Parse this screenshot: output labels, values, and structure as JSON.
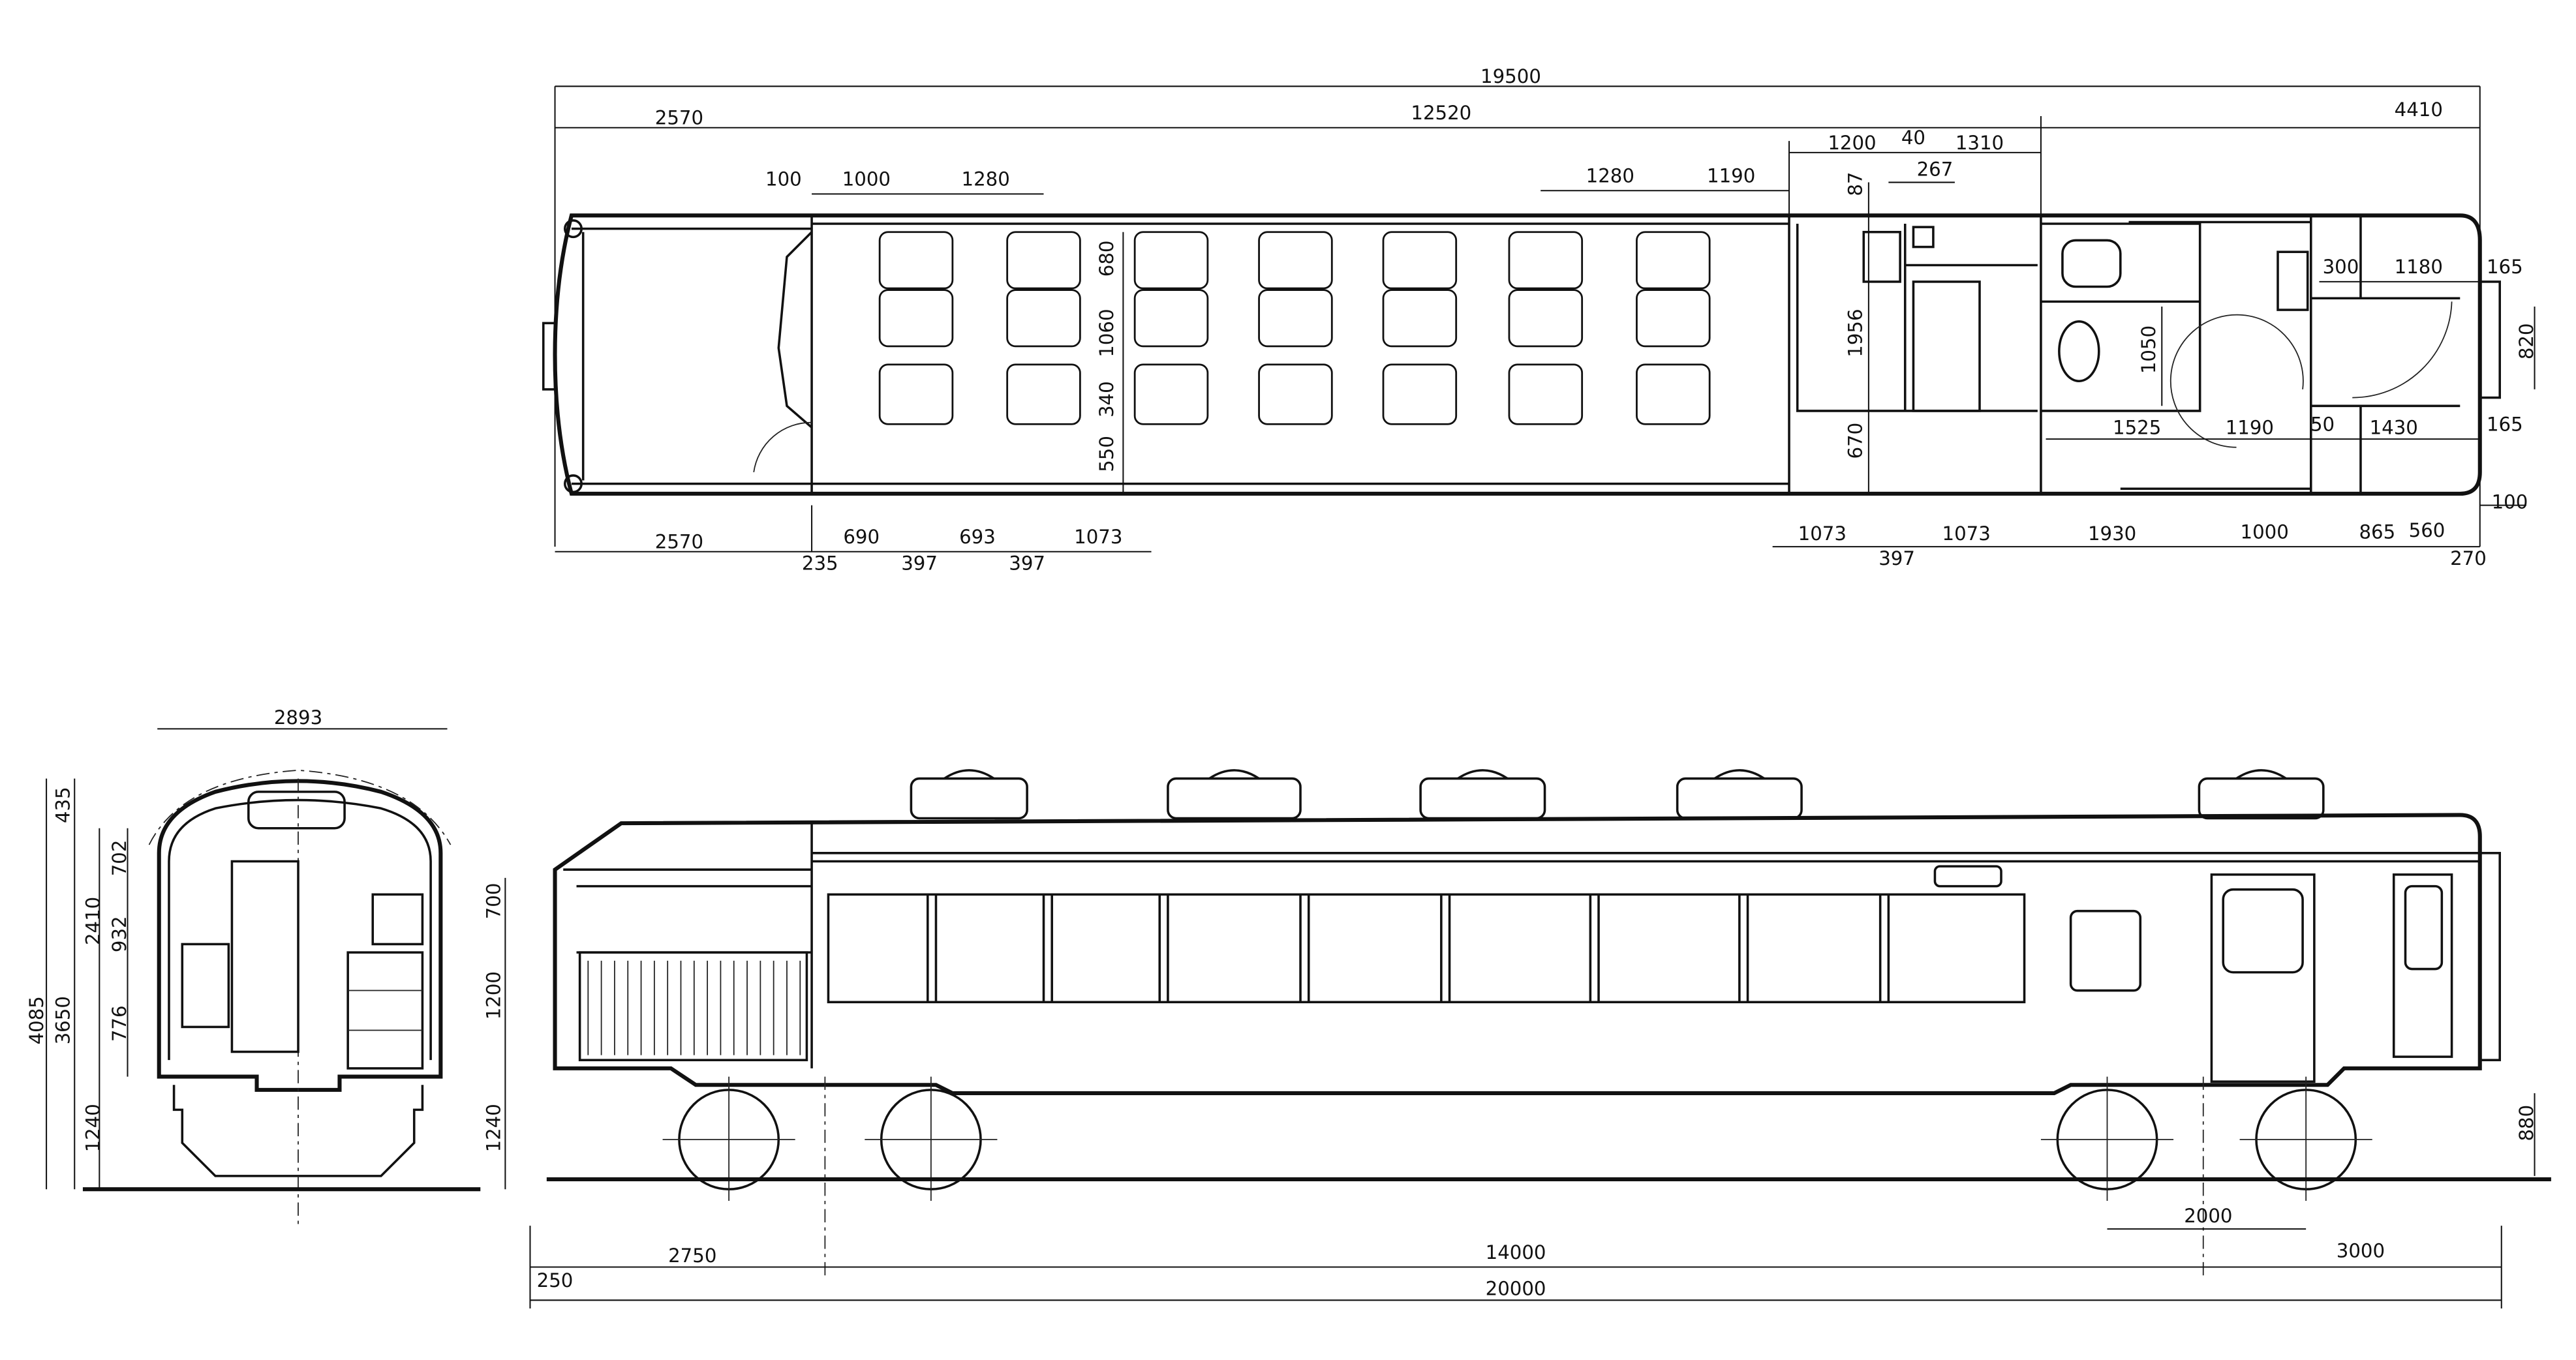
{
  "drawing": {
    "plan_view": {
      "top_dims": [
        "19500",
        "2570",
        "12520",
        "4410",
        "1200",
        "40",
        "1310",
        "267",
        "100",
        "1000",
        "1280",
        "1280",
        "1190"
      ],
      "vertical_dims": [
        "680",
        "1060",
        "340",
        "550",
        "87",
        "1956",
        "670",
        "1050",
        "820"
      ],
      "right_dims": [
        "300",
        "1180",
        "165",
        "1525",
        "1190",
        "50",
        "1430",
        "165",
        "100"
      ],
      "bottom_dims": [
        "2570",
        "690",
        "693",
        "1073",
        "235",
        "397",
        "397",
        "1073",
        "397",
        "1073",
        "1930",
        "1000",
        "865",
        "560",
        "270"
      ]
    },
    "end_view": {
      "dims": [
        "2893",
        "435",
        "702",
        "2410",
        "932",
        "4085",
        "3650",
        "776",
        "1240"
      ]
    },
    "side_view": {
      "dims": [
        "700",
        "1200",
        "1240",
        "880",
        "2000",
        "2750",
        "14000",
        "3000",
        "250",
        "20000"
      ]
    }
  }
}
